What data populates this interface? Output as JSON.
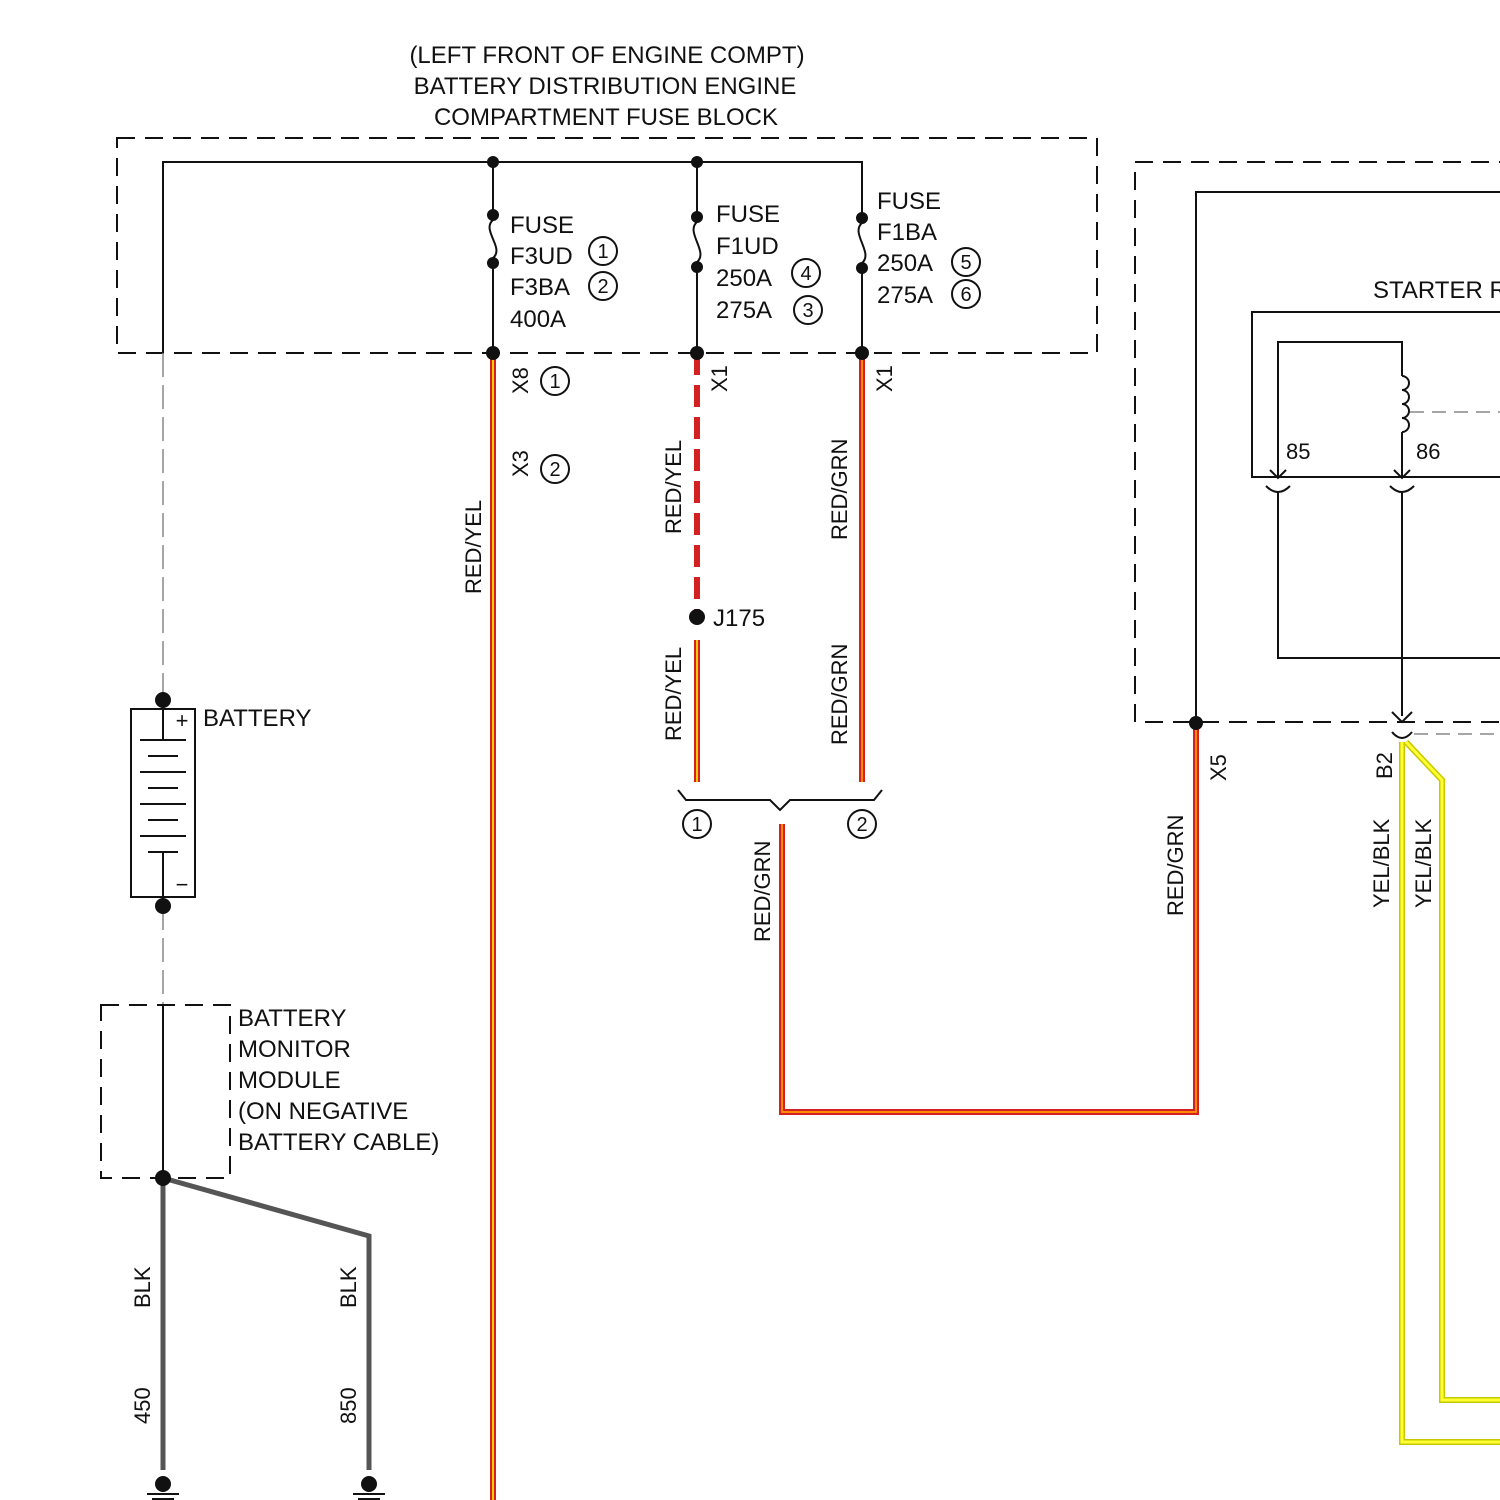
{
  "fuse_block": {
    "title_lines": [
      "(LEFT FRONT OF ENGINE COMPT)",
      "BATTERY DISTRIBUTION ENGINE",
      "COMPARTMENT FUSE BLOCK"
    ],
    "fuse_a": {
      "label": "FUSE",
      "lines": [
        "F3UD",
        "F3BA",
        "400A"
      ],
      "markers": [
        "1",
        "2"
      ]
    },
    "fuse_b": {
      "label": "FUSE",
      "lines": [
        "F1UD",
        "250A",
        "275A"
      ],
      "markers": [
        "4",
        "3"
      ]
    },
    "fuse_c": {
      "label": "FUSE",
      "lines": [
        "F1BA",
        "250A",
        "275A"
      ],
      "markers": [
        "5",
        "6"
      ]
    }
  },
  "connectors": {
    "x8": "X8",
    "x8_marker": "1",
    "x3": "X3",
    "x3_marker": "2",
    "x1_mid": "X1",
    "x1_right": "X1",
    "x5": "X5",
    "b2": "B2",
    "splice_left_marker": "1",
    "splice_right_marker": "2"
  },
  "splice": {
    "name": "J175"
  },
  "wires": {
    "red_yel_1": "RED/YEL",
    "red_yel_2": "RED/YEL",
    "red_yel_3": "RED/YEL",
    "red_grn_1": "RED/GRN",
    "red_grn_2": "RED/GRN",
    "red_grn_3": "RED/GRN",
    "red_grn_4": "RED/GRN",
    "yel_blk_1": "YEL/BLK",
    "yel_blk_2": "YEL/BLK",
    "blk_1": "BLK",
    "blk_2": "BLK",
    "circuit_450": "450",
    "circuit_850": "850"
  },
  "battery": {
    "label": "BATTERY",
    "plus": "+",
    "minus": "−"
  },
  "battery_monitor": {
    "lines": [
      "BATTERY",
      "MONITOR",
      "MODULE",
      "(ON NEGATIVE",
      "BATTERY CABLE)"
    ]
  },
  "starter_relay": {
    "label": "STARTER R",
    "pin_85": "85",
    "pin_86": "86"
  },
  "colors": {
    "wire_red": "#d42020",
    "wire_orange": "#ff8c00",
    "wire_yellow": "#ffff00",
    "wire_outline": "#c8c800",
    "ground_gray": "#555555",
    "line_black": "#111111"
  }
}
